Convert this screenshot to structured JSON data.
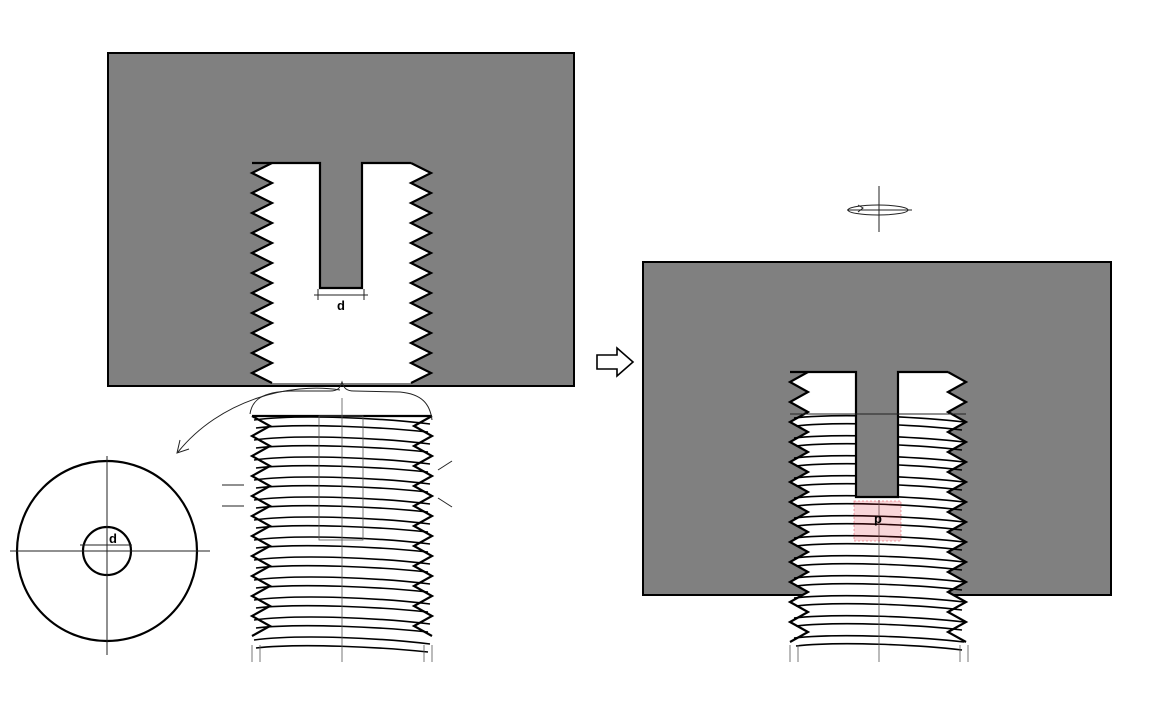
{
  "labels": {
    "hole_width_top": "d",
    "washer_inner": "d",
    "dot_marker": "p"
  },
  "icons": {
    "transform_arrow": "right-arrow-icon",
    "rotation_axis": "rotation-icon"
  },
  "colors": {
    "block_fill": "#808080",
    "outline": "#000000",
    "highlight": "#d81b2a"
  }
}
